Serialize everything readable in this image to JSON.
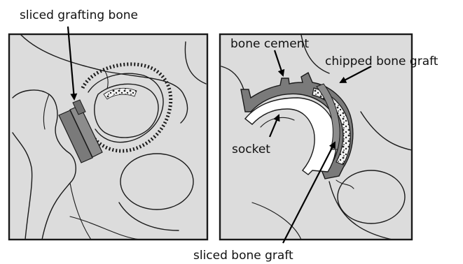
{
  "left_panel": {
    "label_sliced_grafting_bone": "sliced grafting bone"
  },
  "right_panel": {
    "label_bone_cement": "bone cement",
    "label_chipped_bone_graft": "chipped bone graft",
    "label_socket": "socket"
  },
  "bottom": {
    "label_sliced_bone_graft": "sliced bone graft"
  },
  "colors": {
    "panel_fill": "#dcdcdc",
    "panel_border": "#1a1a1a",
    "graft_fill": "#7a7a7a",
    "socket_fill": "#ffffff",
    "chips_fill": "#f2f2f2"
  }
}
